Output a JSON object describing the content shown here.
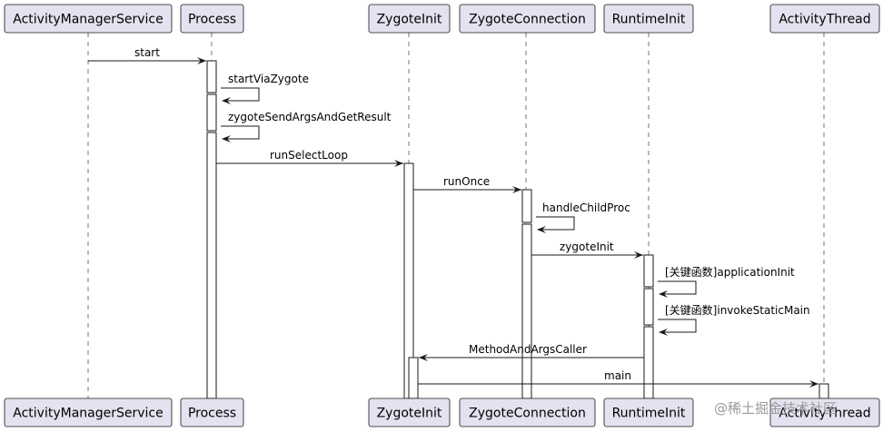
{
  "participants": [
    "ActivityManagerService",
    "Process",
    "ZygoteInit",
    "ZygoteConnection",
    "RuntimeInit",
    "ActivityThread"
  ],
  "messages": [
    {
      "from": "ActivityManagerService",
      "to": "Process",
      "label": "start"
    },
    {
      "from": "Process",
      "to": "Process",
      "label": "startViaZygote"
    },
    {
      "from": "Process",
      "to": "Process",
      "label": "zygoteSendArgsAndGetResult"
    },
    {
      "from": "Process",
      "to": "ZygoteInit",
      "label": "runSelectLoop"
    },
    {
      "from": "ZygoteInit",
      "to": "ZygoteConnection",
      "label": "runOnce"
    },
    {
      "from": "ZygoteConnection",
      "to": "ZygoteConnection",
      "label": "handleChildProc"
    },
    {
      "from": "ZygoteConnection",
      "to": "RuntimeInit",
      "label": "zygoteInit"
    },
    {
      "from": "RuntimeInit",
      "to": "RuntimeInit",
      "label": "[关键函数]applicationInit"
    },
    {
      "from": "RuntimeInit",
      "to": "RuntimeInit",
      "label": "[关键函数]invokeStaticMain"
    },
    {
      "from": "RuntimeInit",
      "to": "ZygoteInit",
      "label": "MethodAndArgsCaller"
    },
    {
      "from": "ZygoteInit",
      "to": "ActivityThread",
      "label": "main"
    }
  ],
  "watermark": "@稀土掘金技术社区",
  "colors": {
    "participant_fill": "#E2E2F0",
    "line": "#181818",
    "activation_fill": "#FFFFFF"
  }
}
